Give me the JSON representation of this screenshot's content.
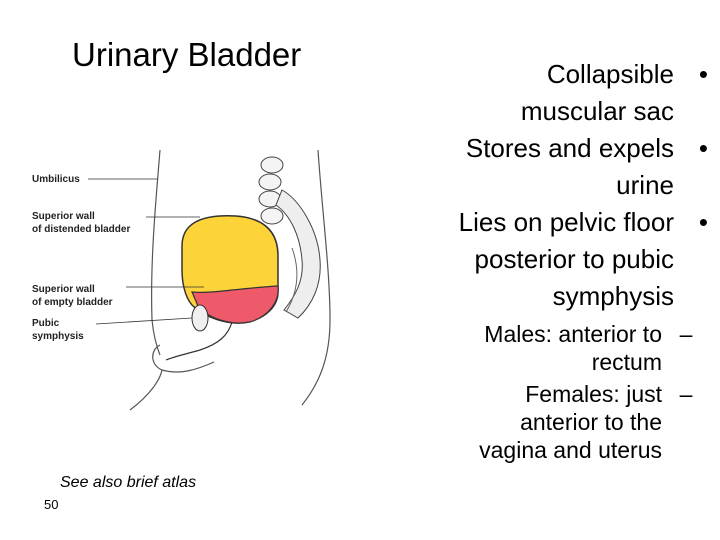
{
  "slide": {
    "title": "Urinary Bladder",
    "bullets": [
      {
        "text": "Collapsible\nmuscular sac",
        "marker": "•"
      },
      {
        "text": "Stores and expels\nurine",
        "marker": "•"
      },
      {
        "text": "Lies on pelvic floor\nposterior to pubic\nsymphysis",
        "marker": "•"
      }
    ],
    "sub_bullets": [
      {
        "text": "Males: anterior to\nrectum",
        "marker": "–"
      },
      {
        "text": "Females: just\nanterior to the\nvagina and uterus",
        "marker": "–"
      }
    ],
    "note": "See also brief atlas",
    "page_number": "50"
  },
  "figure": {
    "labels": {
      "umbilicus": "Umbilicus",
      "distended_1": "Superior wall",
      "distended_2": "of distended bladder",
      "empty_1": "Superior wall",
      "empty_2": "of empty bladder",
      "pubic_1": "Pubic",
      "pubic_2": "symphysis"
    },
    "colors": {
      "distended_bladder": "#fdd33a",
      "empty_bladder": "#ee5a6a",
      "outline": "#333333"
    }
  }
}
